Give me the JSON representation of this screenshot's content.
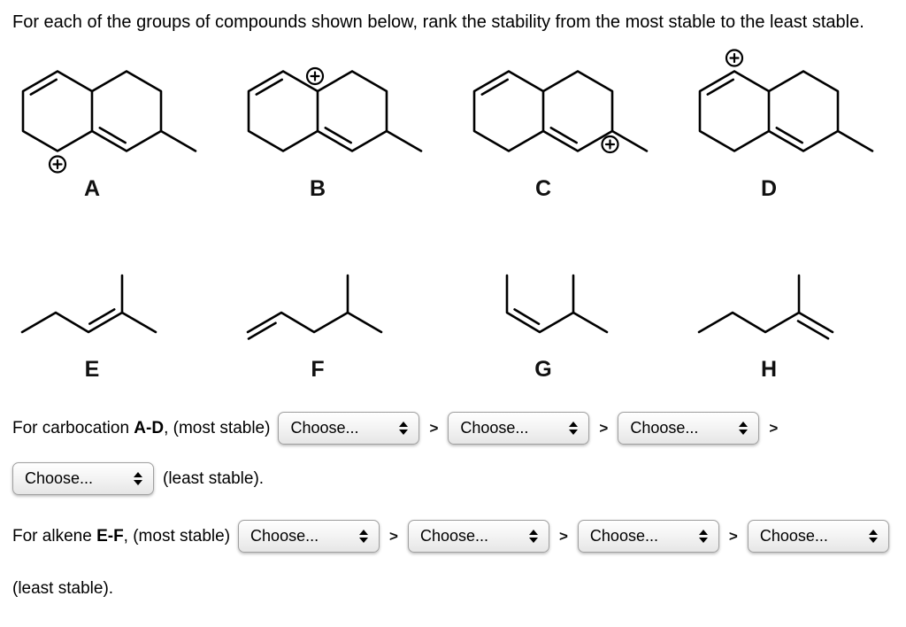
{
  "title": "For each of the groups of compounds shown below, rank the stability from the most stable to the least stable.",
  "molecules": [
    {
      "label": "A",
      "type": "carbocation",
      "charge": "+",
      "charge_icon": "circled-plus",
      "charge_position": "left-ring bottom apex"
    },
    {
      "label": "B",
      "type": "carbocation",
      "charge": "+",
      "charge_icon": "circled-plus",
      "charge_position": "ring-fusion top carbon"
    },
    {
      "label": "C",
      "type": "carbocation",
      "charge": "+",
      "charge_icon": "circled-plus",
      "charge_position": "methyl-bearing carbon"
    },
    {
      "label": "D",
      "type": "carbocation",
      "charge": "+",
      "charge_icon": "circled-plus",
      "charge_position": "left-ring top apex"
    },
    {
      "label": "E",
      "type": "alkene",
      "structure": "2-methyl-2-pentene"
    },
    {
      "label": "F",
      "type": "alkene",
      "structure": "4-methyl-1-pentene"
    },
    {
      "label": "G",
      "type": "alkene",
      "structure": "cis-4-methyl-2-pentene"
    },
    {
      "label": "H",
      "type": "alkene",
      "structure": "2-methyl-1-pentene"
    }
  ],
  "form": {
    "choose": "Choose...",
    "separator": ">",
    "carbocation_lead": "For carbocation",
    "carbocation_range": "A-D",
    "carbocation_tail": ", (most stable)",
    "alkene_lead": "For alkene",
    "alkene_range": "E-F",
    "alkene_tail": ", (most stable)",
    "least_stable": "(least stable)."
  }
}
